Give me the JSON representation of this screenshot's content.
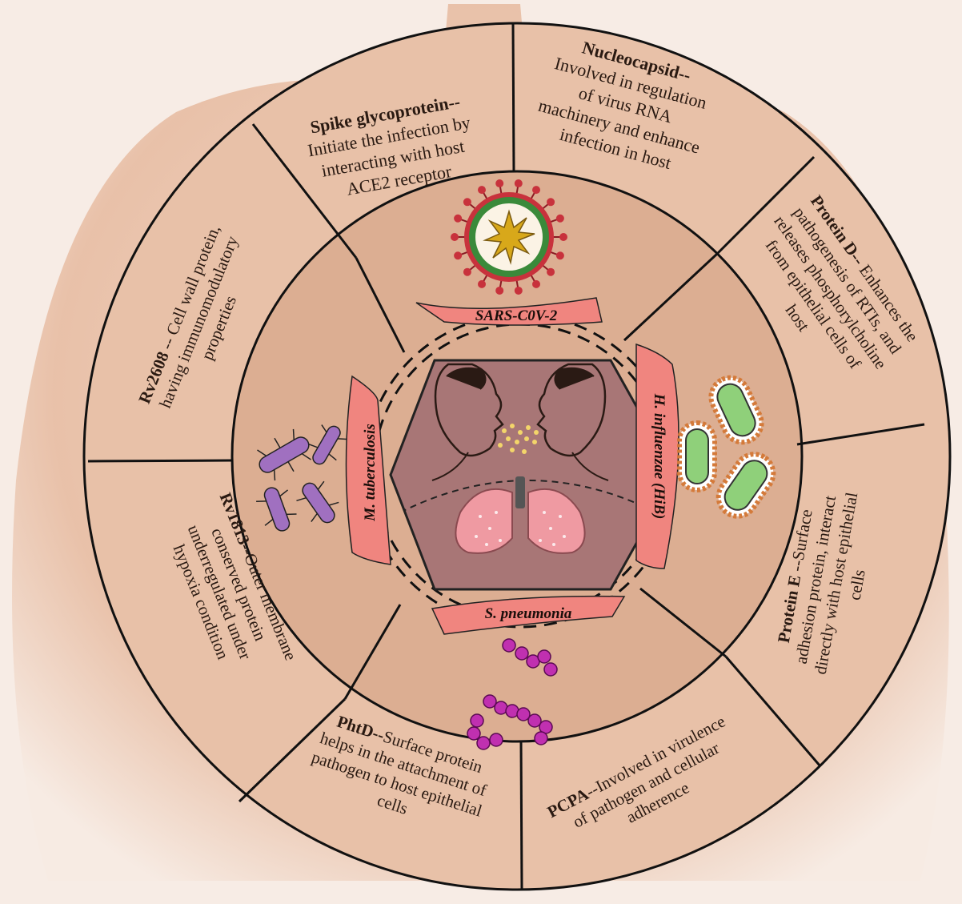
{
  "segments": {
    "spike": {
      "title": "Spike glycoprotein--",
      "lines": [
        "Initiate the infection by",
        "interacting with host",
        "ACE2 receptor"
      ]
    },
    "nucleocapsid": {
      "title": "Nucleocapsid--",
      "lines": [
        "Involved in regulation",
        "of virus RNA",
        "machinery and enhance",
        "infection in host"
      ]
    },
    "protein_d": {
      "title": "Protein D--",
      "line1_rest": " Enhances the",
      "lines": [
        "pathogenesis of RTIs, and",
        "releases phosphorylcholine",
        "from epithelial cells of",
        "host"
      ]
    },
    "protein_e": {
      "title": "Protein E",
      "line1_rest": " --Surface",
      "lines": [
        "adhesion protein, interact",
        "directly with host epithelial",
        "cells"
      ]
    },
    "pcpa": {
      "title": "PCPA",
      "line1_rest": "--Involved in virulence",
      "lines": [
        "of pathogen and cellular",
        "adherence"
      ]
    },
    "phtd": {
      "title": "PhtD--",
      "line1_rest": "Surface protein",
      "lines": [
        "helps in the attachment of",
        "pathogen to host epithelial",
        "cells"
      ]
    },
    "rv1813": {
      "title": "Rv1813",
      "line1_rest": "--Outer membrane",
      "lines": [
        "conserved protein",
        "underregulated under",
        "hypoxia condition"
      ]
    },
    "rv2608": {
      "title": "Rv2608",
      "line1_rest": " -- Cell wall protein,",
      "lines": [
        "having immunomodulatory",
        "properties"
      ]
    }
  },
  "pathogens": {
    "sars": "SARS-C0V-2",
    "hib": "H. influenzae (HiB)",
    "spn": "S. pneumonia",
    "mtb": "M. tuberculosis"
  },
  "colors": {
    "ring_outer": "#e6bfa6",
    "ring_inner": "#d9a98c",
    "banner": "#f0857f",
    "hexagon": "#a87575",
    "lungs": "#ef9aa2",
    "virus_ring": "#3a8a3a",
    "virus_spike": "#c8323c",
    "hib_body": "#8fd07a",
    "hib_border": "#d47a3a",
    "mtb": "#a070c0",
    "spn": "#c030b0"
  },
  "icons": {
    "virus": "coronavirus-icon",
    "hib": "rod-bacteria-icon",
    "mtb": "mycobacteria-icon",
    "spn": "streptococcus-chain-icon",
    "center": "two-people-lungs-icon"
  }
}
